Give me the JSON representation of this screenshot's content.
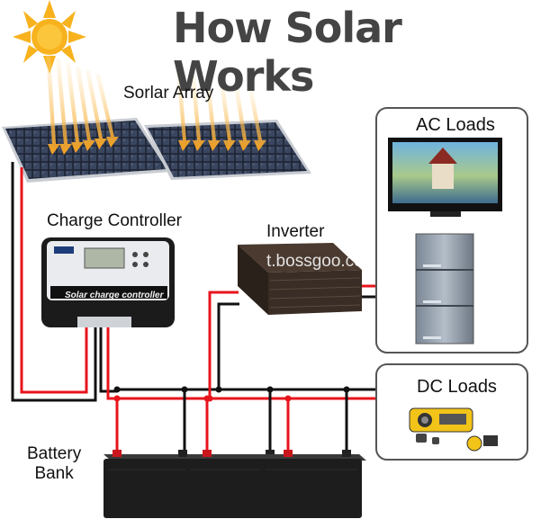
{
  "title": "How Solar Works",
  "labels": {
    "solar_array": "Sorlar Array",
    "charge_controller": "Charge Controller",
    "inverter": "Inverter",
    "ac_loads": "AC Loads",
    "dc_loads": "DC Loads",
    "battery_bank_line1": "Battery",
    "battery_bank_line2": "Bank",
    "controller_face_text": "Solar charge controller",
    "watermark": "t.bossgoo.co"
  },
  "colors": {
    "positive_wire": "#e8141c",
    "negative_wire": "#111111",
    "sun": "#f7b21e",
    "title": "#444444"
  },
  "icons": [
    "sun-icon",
    "solar-panel-icon",
    "charge-controller-icon",
    "inverter-icon",
    "tv-icon",
    "refrigerator-icon",
    "radio-icon",
    "battery-icon"
  ]
}
